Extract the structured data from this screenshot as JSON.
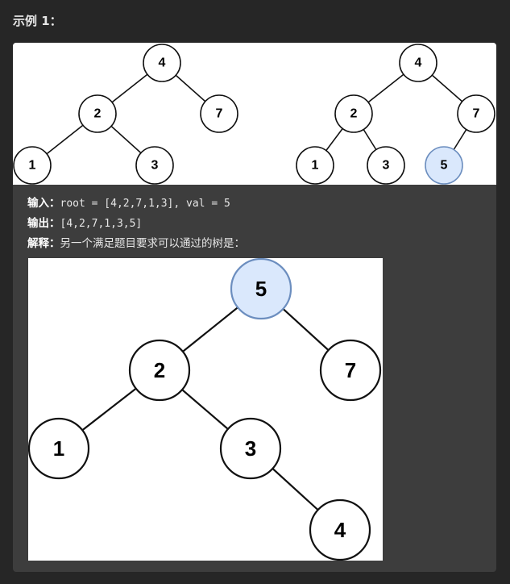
{
  "example": {
    "title": "示例 1："
  },
  "input": {
    "label": "输入：",
    "value": "root = [4,2,7,1,3], val = 5"
  },
  "output": {
    "label": "输出：",
    "value": "[4,2,7,1,3,5]"
  },
  "explanation": {
    "label": "解释：",
    "text": "另一个满足题目要求可以通过的树是："
  },
  "diagram_before": {
    "nodes": [
      "4",
      "2",
      "7",
      "1",
      "3"
    ]
  },
  "diagram_after": {
    "nodes": [
      "4",
      "2",
      "7",
      "1",
      "3",
      "5"
    ],
    "highlighted": "5",
    "highlight_color": "#dae8fc"
  },
  "diagram_alternative": {
    "nodes": [
      "5",
      "2",
      "7",
      "1",
      "3",
      "4"
    ],
    "highlighted": "5",
    "highlight_color": "#dae8fc"
  }
}
